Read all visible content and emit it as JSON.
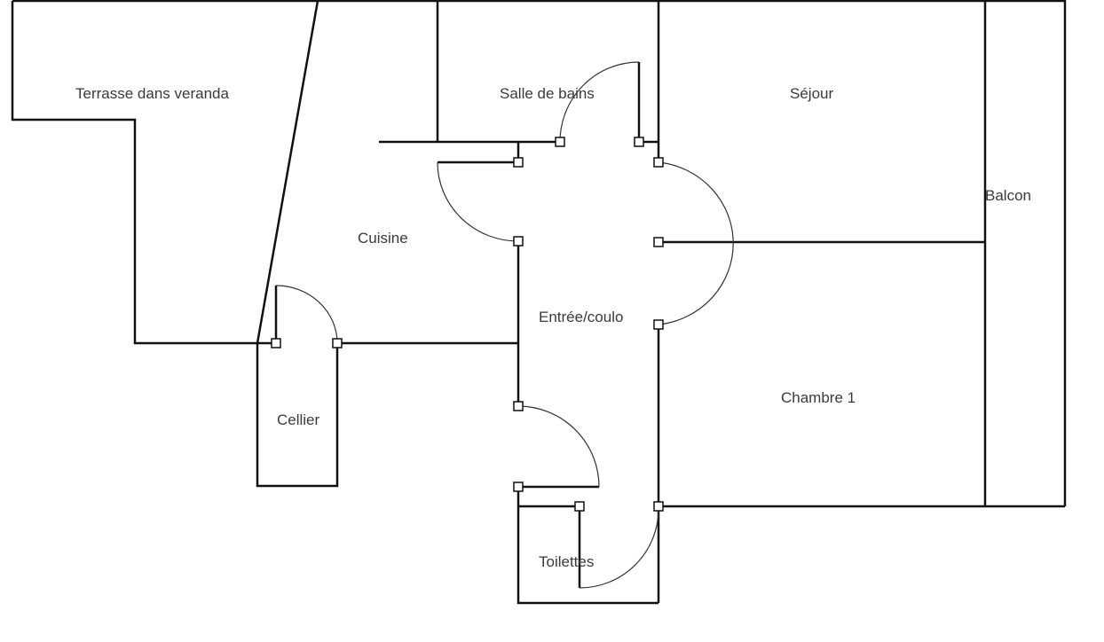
{
  "rooms": {
    "terrasse": "Terrasse dans veranda",
    "salle_de_bains": "Salle de bains",
    "sejour": "Séjour",
    "balcon": "Balcon",
    "cuisine": "Cuisine",
    "entree": "Entrée/coulo",
    "cellier": "Cellier",
    "chambre": "Chambre 1",
    "toilettes": "Toilettes"
  }
}
